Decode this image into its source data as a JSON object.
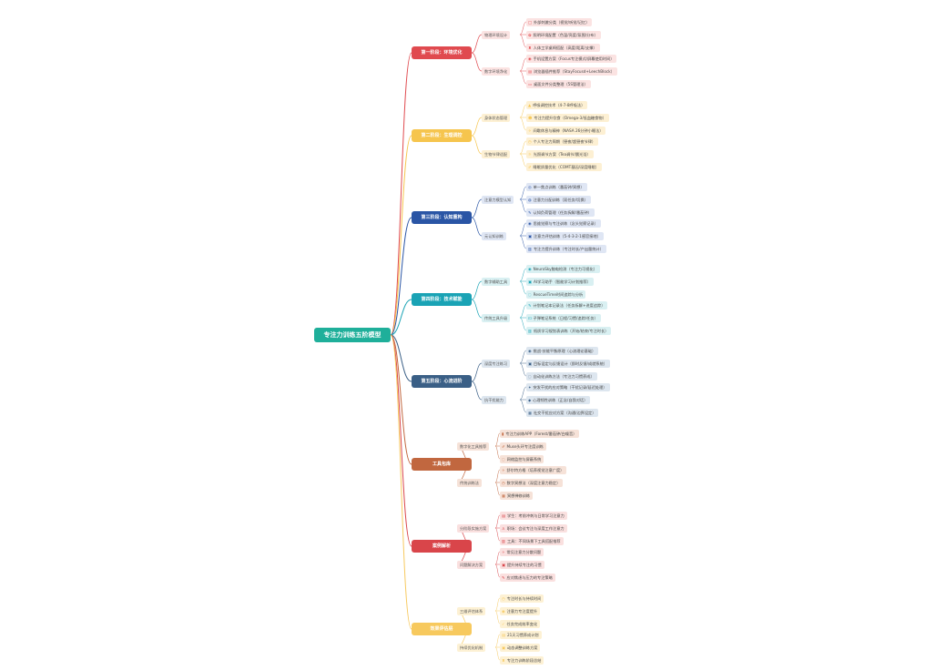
{
  "root": {
    "label": "专注力训练五阶模型",
    "color": "#1faf9a"
  },
  "stages": [
    {
      "label": "第一阶段：环境优化",
      "color": "#e04a4f",
      "light": "#fbe3e2",
      "groups": [
        {
          "label": "物理环境设计",
          "items": [
            {
              "icon": "□",
              "text": "外部刺激分类（视觉/听觉/记忆）"
            },
            {
              "icon": "✿",
              "text": "照明环境配置（色温/亮度/氛围/分布）"
            },
            {
              "icon": "♜",
              "text": "人体工学桌椅搭配（高度/距离/支撑）"
            }
          ]
        },
        {
          "label": "数字环境净化",
          "items": [
            {
              "icon": "◉",
              "text": "手机设置方案（Focus专注模式/屏幕使用时间）"
            },
            {
              "icon": "▤",
              "text": "浏览器插件推荐（StayFocusd+LeechBlock）"
            },
            {
              "icon": "▭",
              "text": "桌面文件分类整理（5S管理法）"
            }
          ]
        }
      ]
    },
    {
      "label": "第二阶段：生理调控",
      "color": "#f6c54e",
      "light": "#fdf0d3",
      "groups": [
        {
          "label": "身体状态管理",
          "items": [
            {
              "icon": "▲",
              "text": "呼吸调控技术（4-7-8呼吸法）"
            },
            {
              "icon": "☻",
              "text": "专注力提升饮食（Omega-3/低血糖食物）"
            },
            {
              "icon": "✧",
              "text": "间歇休息与精神（NASA 26分钟小睡法）"
            }
          ]
        },
        {
          "label": "生物节律适配",
          "items": [
            {
              "icon": "◷",
              "text": "个人专注力周期（昼夜/超昼夜节律）"
            },
            {
              "icon": "☼",
              "text": "光照调节方案（Tea调节/晨光浴）"
            },
            {
              "icon": "✐",
              "text": "睡眠质量优化（COMT基因/深度睡眠）"
            }
          ]
        }
      ]
    },
    {
      "label": "第三阶段：认知重构",
      "color": "#2a55a5",
      "light": "#dfe6f4",
      "groups": [
        {
          "label": "注意力模型认知",
          "items": [
            {
              "icon": "◎",
              "text": "单一焦点训练（番茄钟/冥想）"
            },
            {
              "icon": "◍",
              "text": "注意力分配训练（双任务/切换）"
            },
            {
              "icon": "✎",
              "text": "认知负荷管理（任务拆解/番茄钟）"
            }
          ]
        },
        {
          "label": "元认知训练",
          "items": [
            {
              "icon": "◉",
              "text": "思维觉察与专注训练（念头觉察记录）"
            },
            {
              "icon": "▣",
              "text": "注意力评估训练（5-4-3-2-1感官接地）"
            },
            {
              "icon": "▥",
              "text": "专注力提升训练（专注时长/产出量统计）"
            }
          ]
        }
      ]
    },
    {
      "label": "第四阶段：技术赋能",
      "color": "#1aa3b5",
      "light": "#d9f0f2",
      "groups": [
        {
          "label": "数字辅助工具",
          "items": [
            {
              "icon": "◉",
              "text": "NeuroSky脑电检测（专注力可视化）"
            },
            {
              "icon": "▣",
              "text": "AI学习助手（智能学习计划推荐）"
            },
            {
              "icon": "◌",
              "text": "RescueTime时间追踪与分析"
            }
          ]
        },
        {
          "label": "传统工具升级",
          "items": [
            {
              "icon": "✎",
              "text": "计划笔记本记录法（任务拆解+进度追踪）"
            },
            {
              "icon": "⊡",
              "text": "子弹笔记系统（日程/习惯/追踪/任务）"
            },
            {
              "icon": "▥",
              "text": "纸质学习规划表训练（开始/结束/专注时长）"
            }
          ]
        }
      ]
    },
    {
      "label": "第五阶段：心流进阶",
      "color": "#3a5f86",
      "light": "#dde6ef",
      "groups": [
        {
          "label": "深度专注练习",
          "items": [
            {
              "icon": "◉",
              "text": "挑战-技能平衡原理（心流理论基础）"
            },
            {
              "icon": "▣",
              "text": "目标设定与反馈设计（即时反馈/成就系统）"
            },
            {
              "icon": "◌",
              "text": "自动化训练方法（专注力习惯养成）"
            }
          ]
        },
        {
          "label": "抗干扰能力",
          "items": [
            {
              "icon": "✦",
              "text": "突发干扰的应对策略（干扰记录/延迟处理）"
            },
            {
              "icon": "◆",
              "text": "心理韧性训练（正念/自我对话）"
            },
            {
              "icon": "▦",
              "text": "社交干扰应对方案（沟通/边界设定）"
            }
          ]
        }
      ]
    },
    {
      "label": "工具包库",
      "color": "#c1673f",
      "light": "#f6e2d8",
      "groups": [
        {
          "label": "数字化工具推荐",
          "items": [
            {
              "icon": "▮",
              "text": "专注力训练APP（Forest/番茄钟/白噪音）"
            },
            {
              "icon": "✐",
              "text": "Muse头环专注度训练"
            },
            {
              "icon": "◌",
              "text": "网络监控与屏蔽系统"
            }
          ]
        },
        {
          "label": "传统训练法",
          "items": [
            {
              "icon": "✧",
              "text": "舒尔特方格（培养视觉注意广度）"
            },
            {
              "icon": "◷",
              "text": "数字冥想法（深度注意力稳定）"
            },
            {
              "icon": "▦",
              "text": "冥想禅修训练"
            }
          ]
        }
      ]
    },
    {
      "label": "案例解析",
      "color": "#d9454a",
      "light": "#fae0df",
      "groups": [
        {
          "label": "分阶段实施方案",
          "items": [
            {
              "icon": "▤",
              "text": "学生：考前冲刺与日常学习注意力"
            },
            {
              "icon": "♙",
              "text": "职场：会议专注与深度工作注意力"
            },
            {
              "icon": "▥",
              "text": "工具：不同场景下工具搭配推荐"
            }
          ]
        },
        {
          "label": "问题解决方案",
          "items": [
            {
              "icon": "✧",
              "text": "常见注意力分散问题"
            },
            {
              "icon": "▣",
              "text": "提升持续专注的习惯"
            },
            {
              "icon": "✎",
              "text": "应对焦虑与压力的专注策略"
            }
          ]
        }
      ]
    },
    {
      "label": "效果评估层",
      "color": "#f7c95e",
      "light": "#fdf1d4",
      "groups": [
        {
          "label": "三维评估体系",
          "items": [
            {
              "icon": "◷",
              "text": "专注时长与持续时间"
            },
            {
              "icon": "◉",
              "text": "注意力专注度提升"
            },
            {
              "icon": "✓",
              "text": "任务完成效率变化"
            }
          ]
        },
        {
          "label": "持续优化机制",
          "items": [
            {
              "icon": "▤",
              "text": "21天习惯养成计划"
            },
            {
              "icon": "▣",
              "text": "动态调整训练方案"
            },
            {
              "icon": "♜",
              "text": "专注力训练阶段总结"
            }
          ]
        }
      ]
    }
  ]
}
